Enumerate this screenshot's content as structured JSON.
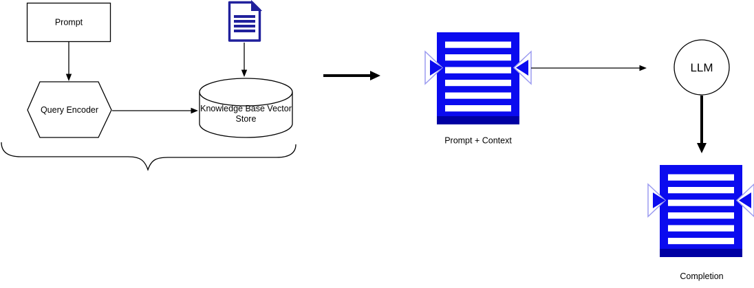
{
  "colors": {
    "icon_blue": "#0b0bef",
    "icon_dark_blue": "#0000a3",
    "doc_navy": "#20209c",
    "marker_outline": "#9b9bf0",
    "line_black": "#000000",
    "background": "#ffffff"
  },
  "nodes": {
    "prompt": {
      "label": "Prompt"
    },
    "query_encoder": {
      "label": "Query Encoder"
    },
    "knowledge_base": {
      "label": "Knowledge Base Vector Store",
      "lines": [
        "Knowledge Base Vector",
        "Store"
      ]
    },
    "source_document": {
      "icon": "document-icon"
    },
    "prompt_context": {
      "label": "Prompt + Context",
      "icon": "text-lines-icon"
    },
    "llm": {
      "label": "LLM"
    },
    "completion": {
      "label": "Completion",
      "icon": "text-lines-icon"
    }
  }
}
